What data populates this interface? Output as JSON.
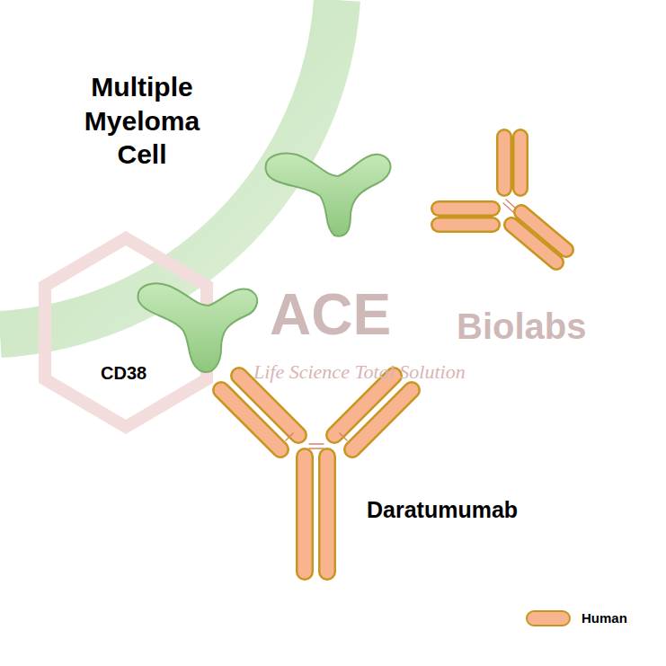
{
  "diagram": {
    "labels": [
      "Multiple Myeloma Cell",
      "CD38",
      "Daratumumab",
      "ACE",
      "Biolabs",
      "Life Science Total Solution"
    ],
    "legend": [
      {
        "text": "Human",
        "color": "#f7b48f"
      }
    ]
  }
}
